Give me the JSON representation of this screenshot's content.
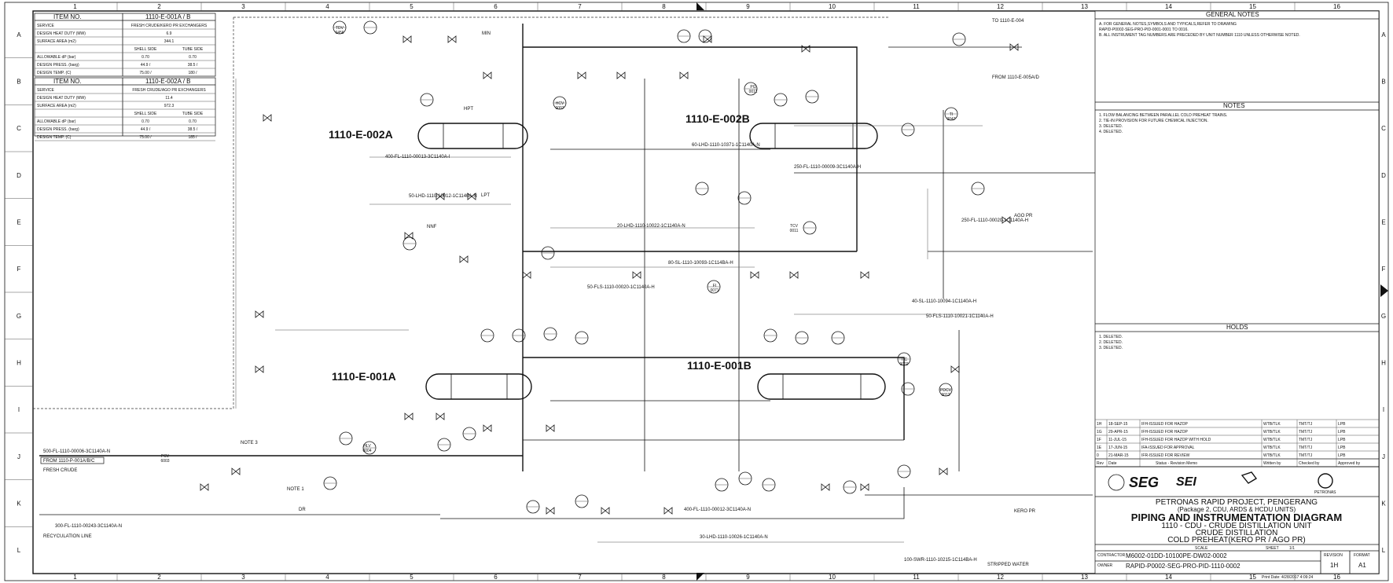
{
  "grid": {
    "cols": [
      "1",
      "2",
      "3",
      "4",
      "5",
      "6",
      "7",
      "8",
      "9",
      "10",
      "11",
      "12",
      "13",
      "14",
      "15",
      "16"
    ],
    "rows": [
      "A",
      "B",
      "C",
      "D",
      "E",
      "F",
      "G",
      "H",
      "I",
      "J",
      "K",
      "L"
    ]
  },
  "datasheet1": {
    "item_label": "ITEM NO.",
    "item_value": "1110-E-001A / B",
    "rows": [
      [
        "SERVICE",
        "FRESH CRUDE/KERO PR EXCHANGERS",
        ""
      ],
      [
        "DESIGN HEAT DUTY (MW)",
        "6.9",
        ""
      ],
      [
        "SURFACE AREA (m2)",
        "344.1",
        ""
      ],
      [
        "",
        "SHELL SIDE",
        "TUBE SIDE"
      ],
      [
        "ALLOWABLE dP (bar)",
        "0.70",
        "0.70"
      ],
      [
        "DESIGN PRESS. (barg)",
        "44.9 /",
        "38.5 /"
      ],
      [
        "DESIGN TEMP. (C)",
        "75.00 /",
        "180 /"
      ]
    ]
  },
  "datasheet2": {
    "item_label": "ITEM NO.",
    "item_value": "1110-E-002A / B",
    "rows": [
      [
        "SERVICE",
        "FRESH CRUDE/AGO PR EXCHANGERS",
        ""
      ],
      [
        "DESIGN HEAT DUTY (MW)",
        "11.4",
        ""
      ],
      [
        "SURFACE AREA (m2)",
        "972.3",
        ""
      ],
      [
        "",
        "SHELL SIDE",
        "TUBE SIDE"
      ],
      [
        "ALLOWABLE dP (bar)",
        "0.70",
        "0.70"
      ],
      [
        "DESIGN PRESS. (barg)",
        "44.9 /",
        "38.5 /"
      ],
      [
        "DESIGN TEMP. (C)",
        "75.00 /",
        "185 /"
      ]
    ]
  },
  "equipment": {
    "e002a": "1110-E-002A",
    "e002b": "1110-E-002B",
    "e001a": "1110-E-001A",
    "e001b": "1110-E-001B"
  },
  "pipe_labels": {
    "l1": "400-FL-1110-00013-3C1140A-I",
    "l2": "50-FLS-1110-00020-1C1140A-H",
    "l3": "500-FL-1110-00006-3C1140A-N",
    "l4": "400-FL-1110-00012-3C1140A-N",
    "l5": "300-FL-1110-00243-3C1140A-N",
    "l6": "250-FL-1110-00009-3C1140A-H",
    "l7": "250-FL-1110-00020-1C1140A-H",
    "l8": "100-SWR-1110-10215-1C114BA-H",
    "l9": "80-SL-1110-10093-1C114BA-H",
    "l10": "60-LHD-1110-10371-1C1140A-N",
    "l11": "50-LHD-1110-10012-1C1140A-N",
    "l12": "20-LHD-1110-10022-1C1140A-N",
    "l13": "40-SL-1110-10094-1C1140A-H",
    "l14": "50-FLS-1110-10021-1C1140A-H",
    "l15": "30-LHD-1110-10026-1C1140A-N"
  },
  "tags": {
    "pcv": "PCV 6003",
    "hcv": "HCV 0007",
    "tdv": "TDV 0456",
    "tcv": "TCV 0011",
    "pg": "PG 0011",
    "ti": "TI 0047",
    "fi": "FI 0071",
    "hlv": "HLV 0004",
    "pdcv": "PDCV 0012",
    "tic": "TIC 0002"
  },
  "callouts": {
    "c1": "FROM 1110-P-001A/B/C",
    "c2": "FRESH CRUDE",
    "c3": "RECYCULATION LINE",
    "c4": "STRIPPED WATER",
    "c5": "AGO PR",
    "c6": "KERO PR",
    "c7": "FROM 1110-E-005A/D",
    "c8": "TO 1110-E-004",
    "c9": "NOTE 1",
    "c10": "NOTE 3",
    "c11": "MIN",
    "c12": "LPT",
    "c13": "HPT",
    "c14": "NNF",
    "c15": "DR"
  },
  "general_notes": {
    "title": "GENERAL NOTES",
    "items": [
      "A. FOR GENERAL NOTES,SYMBOLS AND TYPICALS,REFER TO DRAWING",
      "   RAPID-P0002-SEG-PRO-PID-0001-0001 TO 0016.",
      "B. ALL INSTRUMENT TAG NUMBERS ARE PRECEDED BY UNIT NUMBER 1110 UNLESS OTHERWISE NOTED."
    ]
  },
  "notes": {
    "title": "NOTES",
    "items": [
      "1. FLOW BALANCING BETWEEN PARALLEL COLD PREHEAT TRAINS.",
      "2. TIE-IN PROVISION FOR FUTURE CHEMICAL INJECTION.",
      "3. DELETED.",
      "4. DELETED."
    ]
  },
  "holds": {
    "title": "HOLDS",
    "items": [
      "1. DELETED.",
      "2. DELETED.",
      "3. DELETED."
    ]
  },
  "revisions": {
    "rows": [
      [
        "1H",
        "18-SEP-15",
        "IFH-ISSUED FOR HAZOP",
        "WTB/TLK",
        "TMT/TJ",
        "LPB"
      ],
      [
        "1G",
        "29-APR-15",
        "IFH-ISSUED FOR HAZOP",
        "WTB/TLK",
        "TMT/TJ",
        "LPB"
      ],
      [
        "1F",
        "11-JUL-15",
        "IFH-ISSUED FOR HAZOP WITH HOLD",
        "WTB/TLK",
        "TMT/TJ",
        "LPB"
      ],
      [
        "1E",
        "17-JUN-15",
        "IFA-ISSUED FOR APPROVAL",
        "WTB/TLK",
        "TMT/TJ",
        "LPB"
      ],
      [
        "0",
        "21-MAR-15",
        "IFR-ISSUED FOR REVIEW",
        "WTB/TLK",
        "TMT/TJ",
        "LPB"
      ]
    ],
    "headers": [
      "Rev",
      "Date",
      "Status - Revision Memo",
      "Written by",
      "Checked by",
      "Approved by"
    ]
  },
  "logos": {
    "client1": "SEG",
    "client2": "SEI",
    "client3": "PETRONAS"
  },
  "title_block": {
    "project": "PETRONAS RAPID PROJECT, PENGERANG",
    "package": "(Package 2, CDU, ARDS & HCDU UNITS)",
    "title": "PIPING AND INSTRUMENTATION DIAGRAM",
    "sub1": "1110 - CDU - CRUDE DISTILLATION UNIT",
    "sub2": "CRUDE DISTILLATION",
    "sub3": "COLD PREHEAT(KERO PR / AGO PR)",
    "scale_label": "SCALE",
    "sheet_label": "SHEET",
    "sheet": "1/1",
    "contractor_no": "M6002-01DD-10100PE-DW02-0002",
    "owner_no": "RAPID-P0002-SEG-PRO-PID-1110-0002",
    "revision_label": "REVISION",
    "revision": "1H",
    "format_label": "FORMAT",
    "format": "A1",
    "contractor_label": "CONTRACTOR",
    "owner_label": "OWNER",
    "print_date": "Print Date:  4/28/2017 4:09:24"
  }
}
